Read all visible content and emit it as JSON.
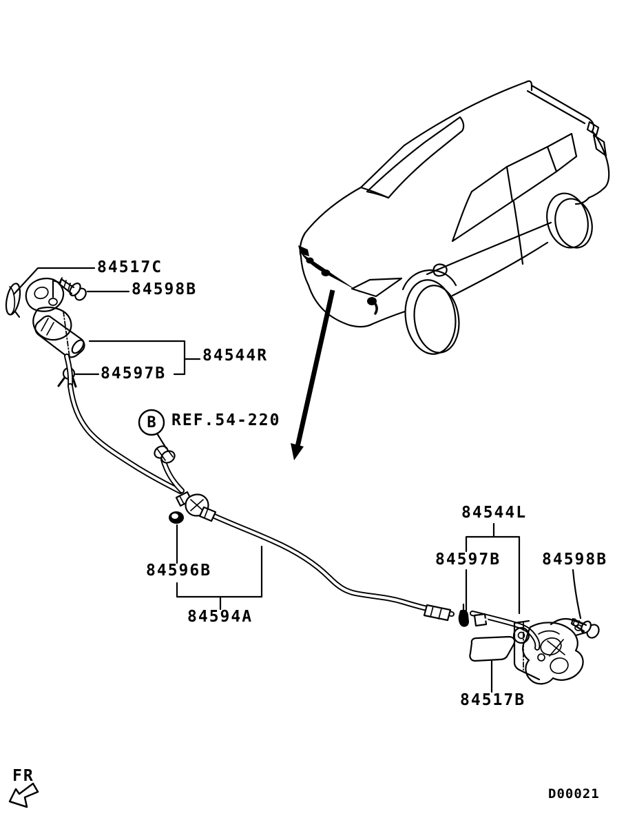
{
  "page": {
    "background": "#ffffff",
    "line_color": "#000000"
  },
  "drawing_code": "D00021",
  "direction": {
    "label": "FR"
  },
  "ref_callout": {
    "badge": "B",
    "text": "REF.54-220"
  },
  "callouts": {
    "c84517C": "84517C",
    "c84598B_left": "84598B",
    "c84544R": "84544R",
    "c84597B_left": "84597B",
    "c84596B": "84596B",
    "c84594A": "84594A",
    "c84544L": "84544L",
    "c84597B_right": "84597B",
    "c84598B_right": "84598B",
    "c84517B": "84517B"
  }
}
